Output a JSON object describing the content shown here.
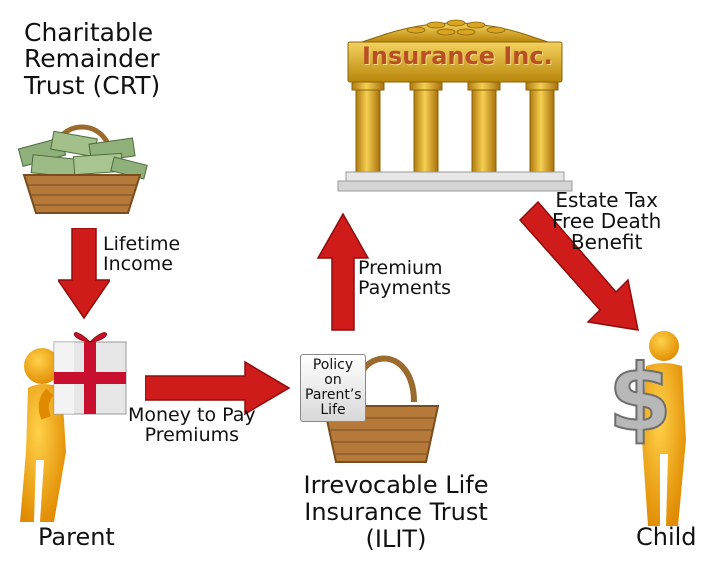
{
  "crt_label": "Charitable\nRemainder\nTrust (CRT)",
  "insurer_sign": "Insurance Inc.",
  "flows": {
    "lifetime_income": "Lifetime\nIncome",
    "premium_payments": "Premium\nPayments",
    "death_benefit": "Estate Tax\nFree Death\nBenefit",
    "money_to_pay": "Money to Pay\nPremiums"
  },
  "policy_card": "Policy on\nParent’s\nLife",
  "ilit_label": "Irrevocable Life\nInsurance Trust\n(ILIT)",
  "parent_label": "Parent",
  "child_label": "Child",
  "colors": {
    "arrow_red": "#d01b1b",
    "figure_orange": "#f0a400",
    "gold": "#e6b422",
    "basket": "#b57a3a"
  }
}
